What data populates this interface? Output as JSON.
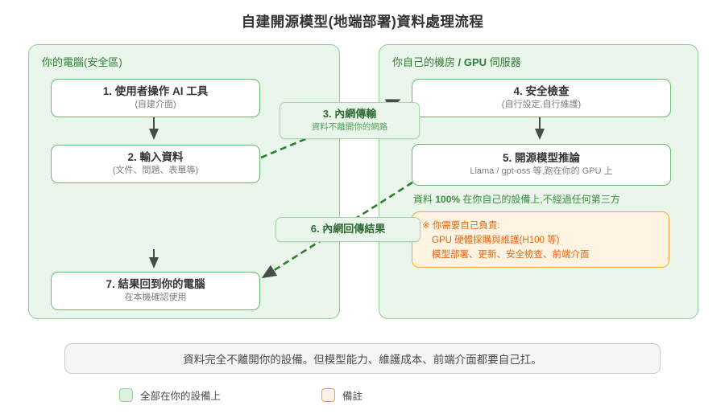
{
  "title": "自建開源模型(地端部署)資料處理流程",
  "colors": {
    "panel_bg": "#EAF6EC",
    "panel_border": "#8FCB92",
    "flow_box_border": "#66BB6A",
    "green_text": "#2E7D32",
    "dashed_arrow_green": "#2E7D32",
    "arrow_dark": "#4A4A4A",
    "orange_bg": "#FFF4E2",
    "orange_border": "#F5A93B",
    "orange_text": "#E8650F",
    "summary_bg": "#F5F5F5"
  },
  "left_panel": {
    "header": "你的電腦(安全區)",
    "box1": {
      "title": "1. 使用者操作 AI 工具",
      "subtitle": "(自建介面)"
    },
    "box2": {
      "title": "2. 輸入資料",
      "subtitle": "(文件、問題、表單等)"
    },
    "box7": {
      "title": "7. 結果回到你的電腦",
      "subtitle": "在本機確認使用"
    }
  },
  "right_panel": {
    "header": {
      "prefix": "你自己的機房 ",
      "bold": "/ GPU",
      "suffix": " 伺服器"
    },
    "box4": {
      "title": "4. 安全檢查",
      "subtitle": "(自行設定,自行維護)"
    },
    "box5": {
      "title": "5. 開源模型推論",
      "subtitle": "Llama / gpt-oss 等,跑在你的 GPU 上"
    },
    "data_note": {
      "prefix": "資料 ",
      "bold": "100%",
      "suffix": " 在你自己的設備上,不經過任何第三方"
    },
    "responsibility_box": {
      "line1": "※ 你需要自己負責:",
      "line2": "GPU 硬體採購與維護(H100 等)",
      "line3": "模型部署、更新、安全檢查、前端介面"
    }
  },
  "connectors": {
    "label3": {
      "title": "3. 內網傳輸",
      "subtitle": "資料不離開你的網路"
    },
    "label6": {
      "title": "6. 內網回傳結果"
    }
  },
  "summary": "資料完全不離開你的設備。但模型能力、維護成本、前端介面都要自己扛。",
  "legend": [
    {
      "label": "全部在你的設備上",
      "swatch": "green"
    },
    {
      "label": "備註",
      "swatch": "orange"
    }
  ]
}
